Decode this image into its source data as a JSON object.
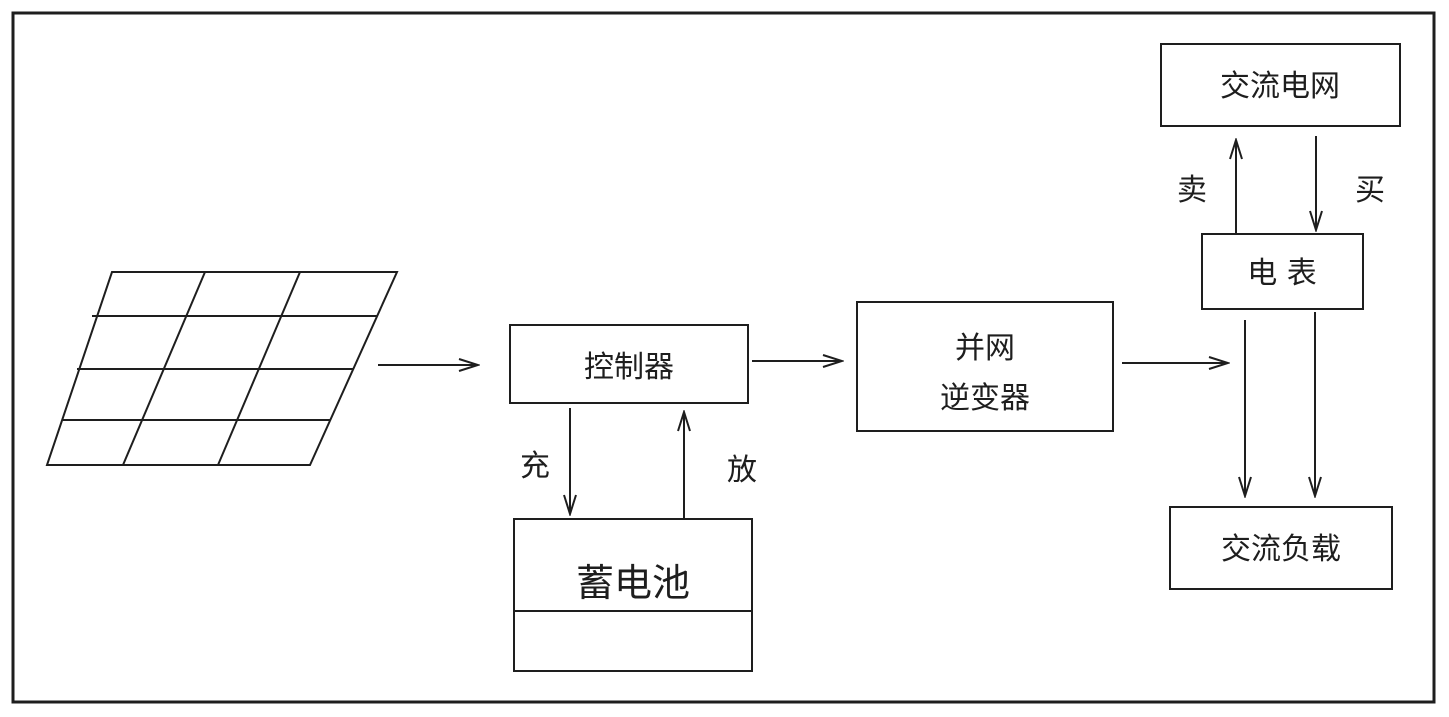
{
  "colors": {
    "line": "#1e1e1e",
    "background": "#ffffff"
  },
  "nodes": {
    "solar_panel": {
      "icon": "solar-panel-grid-icon"
    },
    "controller": {
      "label": "控制器"
    },
    "battery": {
      "label": "蓄电池"
    },
    "inverter": {
      "line1": "并网",
      "line2": "逆变器"
    },
    "meter": {
      "label": "电 表"
    },
    "ac_grid": {
      "label": "交流电网"
    },
    "ac_load": {
      "label": "交流负载"
    }
  },
  "edges": {
    "charge": {
      "label": "充"
    },
    "discharge": {
      "label": "放"
    },
    "sell": {
      "label": "卖"
    },
    "buy": {
      "label": "买"
    }
  }
}
